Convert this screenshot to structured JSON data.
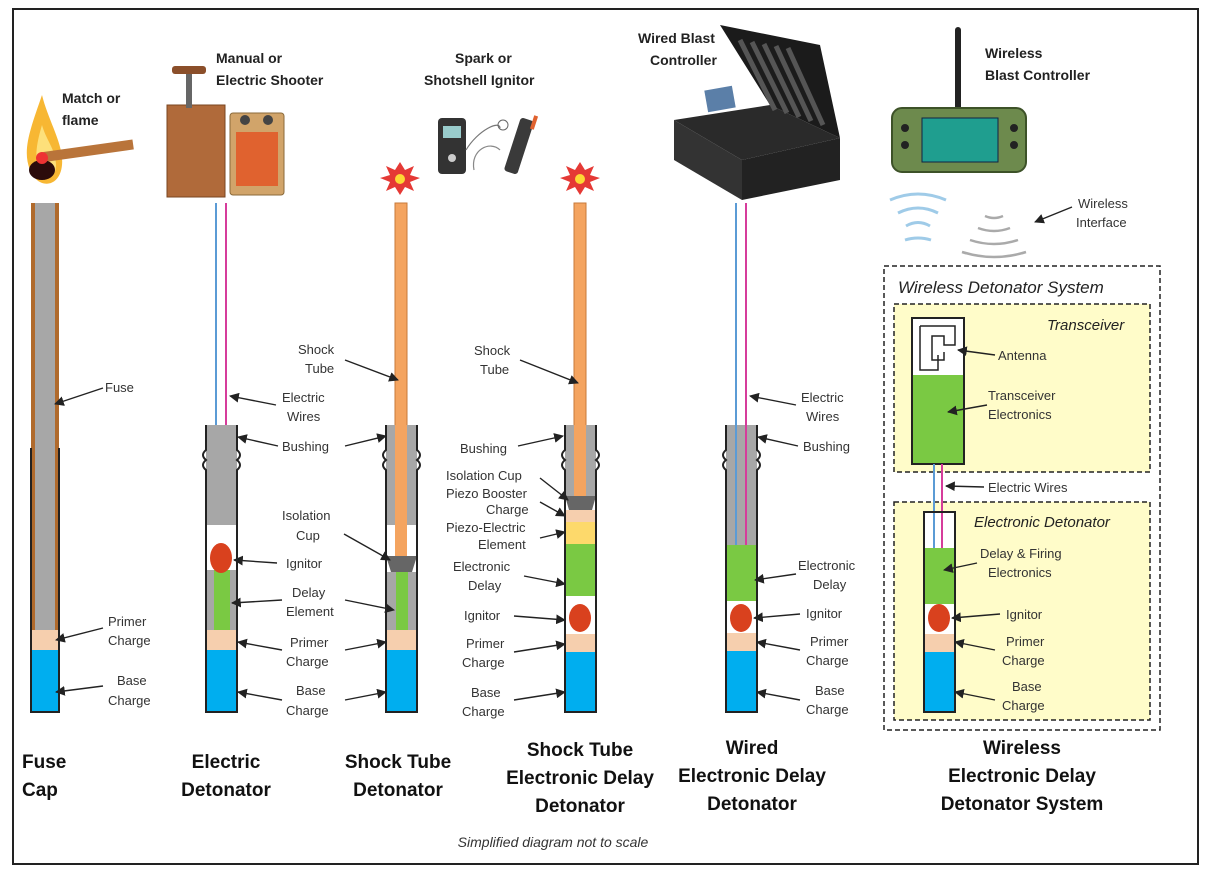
{
  "titles": {
    "fuse": [
      "Fuse",
      "Cap"
    ],
    "electric": [
      "Electric",
      "Detonator"
    ],
    "shock": [
      "Shock Tube",
      "Detonator"
    ],
    "shock_delay": [
      "Shock Tube",
      "Electronic Delay",
      "Detonator"
    ],
    "wired": [
      "Wired",
      "Electronic Delay",
      "Detonator"
    ],
    "wireless": [
      "Wireless",
      "Electronic Delay",
      "Detonator System"
    ]
  },
  "top_labels": {
    "match": [
      "Match or",
      "flame"
    ],
    "shooter": [
      "Manual or",
      "Electric Shooter"
    ],
    "spark": [
      "Spark or",
      "Shotshell Ignitor"
    ],
    "wired_controller": [
      "Wired Blast",
      "Controller"
    ],
    "wireless_controller": [
      "Wireless",
      "Blast Controller"
    ]
  },
  "labels": {
    "fuse": "Fuse",
    "primer_charge": [
      "Primer",
      "Charge"
    ],
    "base_charge": [
      "Base",
      "Charge"
    ],
    "electric_wires": [
      "Electric",
      "Wires"
    ],
    "bushing": "Bushing",
    "ignitor": "Ignitor",
    "delay_element": [
      "Delay",
      "Element"
    ],
    "shock_tube": [
      "Shock",
      "Tube"
    ],
    "isolation_cup": [
      "Isolation",
      "Cup"
    ],
    "isolation_cup_single": "Isolation Cup",
    "piezo_booster": [
      "Piezo Booster",
      "Charge"
    ],
    "piezo_element": [
      "Piezo-Electric",
      "Element"
    ],
    "electronic_delay": [
      "Electronic",
      "Delay"
    ],
    "wireless_interface": [
      "Wireless",
      "Interface"
    ],
    "wireless_system": "Wireless Detonator System",
    "transceiver": "Transceiver",
    "antenna": "Antenna",
    "transceiver_electronics": [
      "Transceiver",
      "Electronics"
    ],
    "electric_wires_single": "Electric Wires",
    "electronic_detonator": "Electronic Detonator",
    "delay_firing": [
      "Delay & Firing",
      "Electronics"
    ]
  },
  "footnote": "Simplified diagram not to scale",
  "colors": {
    "base_charge": "#00aeef",
    "primer_charge": "#f6cfae",
    "casing": "#a7a7a7",
    "delay": "#7ac943",
    "electronics": "#7ac943",
    "ignitor": "#d9411e",
    "shock_tube": "#f4a460",
    "wire_blue": "#5b9bd5",
    "wire_pink": "#d63c9b",
    "piezo": "#fdd96b",
    "panel": "#fffcc9",
    "fuse": "#b06a2c"
  }
}
